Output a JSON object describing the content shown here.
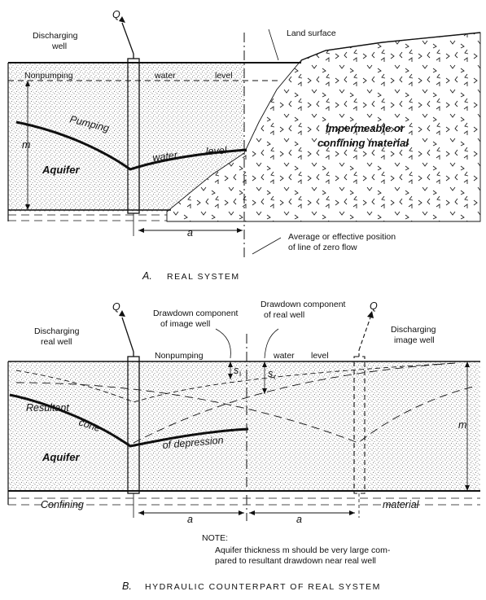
{
  "panel_a": {
    "label_discharging_well": [
      "Discharging",
      "well"
    ],
    "label_q": "Q",
    "label_land_surface": "Land surface",
    "label_nonpumping": "Nonpumping",
    "label_water": "water",
    "label_level": "level",
    "label_pumping": "Pumping",
    "label_water2": "water",
    "label_level2": "level",
    "label_m": "m",
    "label_aquifer": "Aquifer",
    "label_impermeable": [
      "Impermeable or",
      "confining material"
    ],
    "label_a": "a",
    "label_zero_flow": [
      "Average or effective position",
      "of line of zero flow"
    ],
    "caption_letter": "A.",
    "caption_text": "REAL SYSTEM"
  },
  "panel_b": {
    "label_discharging_real_well": [
      "Discharging",
      "real well"
    ],
    "label_q_real": "Q",
    "label_drawdown_image": [
      "Drawdown component",
      "of image well"
    ],
    "label_drawdown_real": [
      "Drawdown component",
      "of real well"
    ],
    "label_q_image": "Q",
    "label_discharging_image_well": [
      "Discharging",
      "image well"
    ],
    "label_nonpumping": "Nonpumping",
    "label_water": "water",
    "label_level": "level",
    "label_s_i": "s",
    "label_s_i_sub": "i",
    "label_s_r": "s",
    "label_s_r_sub": "r",
    "label_resultant": "Resultant",
    "label_cone": "cone",
    "label_of_depression": "of  depression",
    "label_aquifer": "Aquifer",
    "label_m": "m",
    "label_confining": "Confining",
    "label_material": "material",
    "label_a_left": "a",
    "label_a_right": "a",
    "note_title": "NOTE:",
    "note_lines": [
      "Aquifer thickness  m  should be very large com-",
      "pared to resultant drawdown near real well"
    ],
    "caption_letter": "B.",
    "caption_text": "HYDRAULIC COUNTERPART OF REAL SYSTEM"
  }
}
